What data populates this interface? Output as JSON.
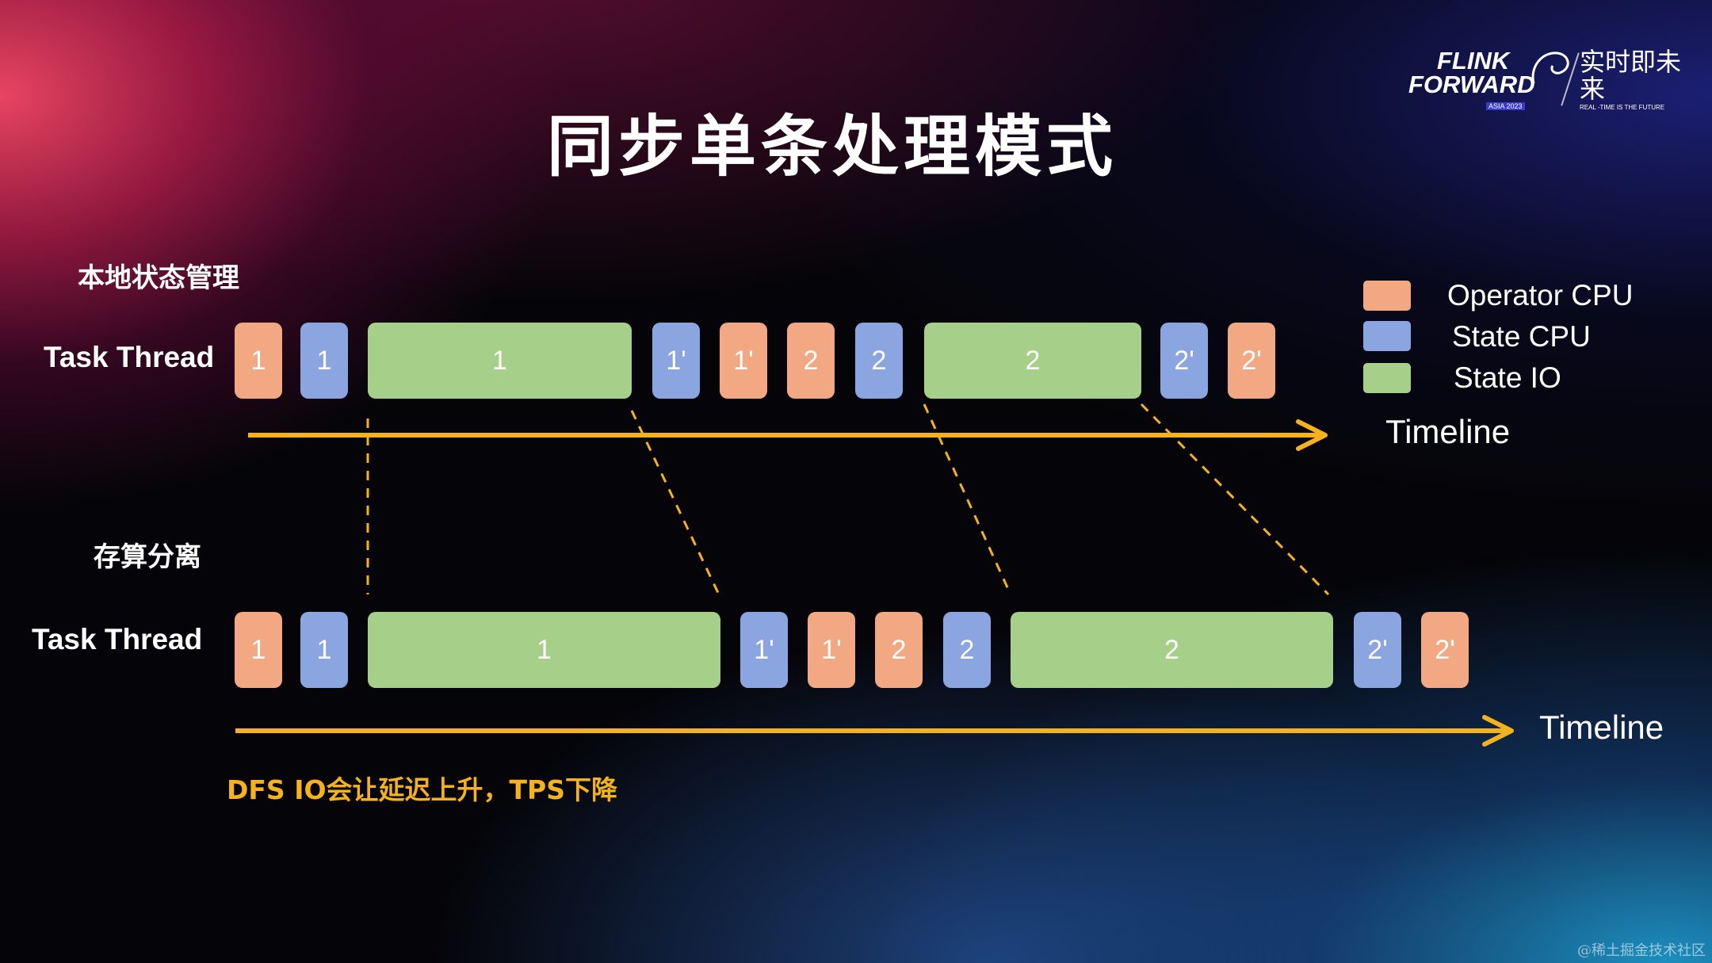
{
  "title": "同步单条处理模式",
  "logo": {
    "line1": "FLINK",
    "line2": "FORWARD",
    "sub": "ASIA 2023",
    "cn": "实时即未来",
    "tagline": "REAL -TIME IS THE FUTURE"
  },
  "sections": [
    {
      "label": "本地状态管理",
      "row_label": "Task Thread",
      "timeline_label": "Timeline",
      "blocks": [
        {
          "text": "1",
          "type": "operator_cpu"
        },
        {
          "text": "1",
          "type": "state_cpu"
        },
        {
          "text": "1",
          "type": "state_io"
        },
        {
          "text": "1'",
          "type": "state_cpu"
        },
        {
          "text": "1'",
          "type": "operator_cpu"
        },
        {
          "text": "2",
          "type": "operator_cpu"
        },
        {
          "text": "2",
          "type": "state_cpu"
        },
        {
          "text": "2",
          "type": "state_io"
        },
        {
          "text": "2'",
          "type": "state_cpu"
        },
        {
          "text": "2'",
          "type": "operator_cpu"
        }
      ]
    },
    {
      "label": "存算分离",
      "row_label": "Task Thread",
      "timeline_label": "Timeline",
      "blocks": [
        {
          "text": "1",
          "type": "operator_cpu"
        },
        {
          "text": "1",
          "type": "state_cpu"
        },
        {
          "text": "1",
          "type": "state_io"
        },
        {
          "text": "1'",
          "type": "state_cpu"
        },
        {
          "text": "1'",
          "type": "operator_cpu"
        },
        {
          "text": "2",
          "type": "operator_cpu"
        },
        {
          "text": "2",
          "type": "state_cpu"
        },
        {
          "text": "2",
          "type": "state_io"
        },
        {
          "text": "2'",
          "type": "state_cpu"
        },
        {
          "text": "2'",
          "type": "operator_cpu"
        }
      ]
    }
  ],
  "legend": [
    {
      "label": "Operator CPU",
      "color": "#f2a983"
    },
    {
      "label": "State CPU",
      "color": "#8aa5df"
    },
    {
      "label": "State IO",
      "color": "#a6cf8a"
    }
  ],
  "colors": {
    "operator_cpu": "#f2a983",
    "state_cpu": "#8aa5df",
    "state_io": "#a6cf8a",
    "timeline_arrow": "#f5b21f",
    "note": "#f5b21f"
  },
  "note": "DFS IO会让延迟上升，TPS下降",
  "watermark": "@稀土掘金技术社区"
}
